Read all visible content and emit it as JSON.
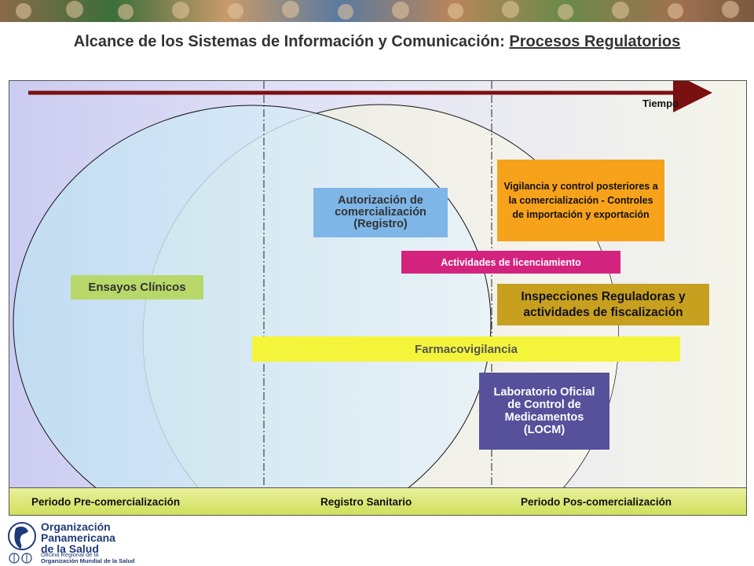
{
  "title": {
    "prefix": "Alcance de los Sistemas de Información y Comunicación: ",
    "underlined": "Procesos Regulatorios"
  },
  "diagram": {
    "time_label": "Tiempo",
    "boxes": {
      "ensayos": "Ensayos Clínicos",
      "autorizacion": "Autorización de comercialización (Registro)",
      "vigilancia": "Vigilancia y control posteriores a la comercialización - Controles de importación y exportación",
      "licenciamiento": "Actividades de licenciamiento",
      "inspecciones": "Inspecciones Reguladoras y actividades de fiscalización",
      "farmacovigilancia": "Farmacovigilancia",
      "laboratorio": "Laboratorio Oficial de Control de Medicamentos (LOCM)"
    },
    "periods": {
      "pre": "Periodo Pre-comercialización",
      "registro": "Registro Sanitario",
      "pos": "Periodo Pos-comercialización"
    },
    "colors": {
      "arrow": "#7b1010",
      "ensayos": "#b8d96a",
      "autorizacion": "#7fb6e8",
      "vigilancia": "#f7a21b",
      "licenciamiento": "#d4237f",
      "inspecciones": "#c8a020",
      "farmacovigilancia": "#f4f53a",
      "laboratorio": "#56519a"
    }
  },
  "logo": {
    "name_line1": "Organización",
    "name_line2": "Panamericana",
    "name_line3": "de la Salud",
    "sub_line1": "Oficina Regional de la",
    "sub_line2": "Organización Mundial de la Salud"
  }
}
